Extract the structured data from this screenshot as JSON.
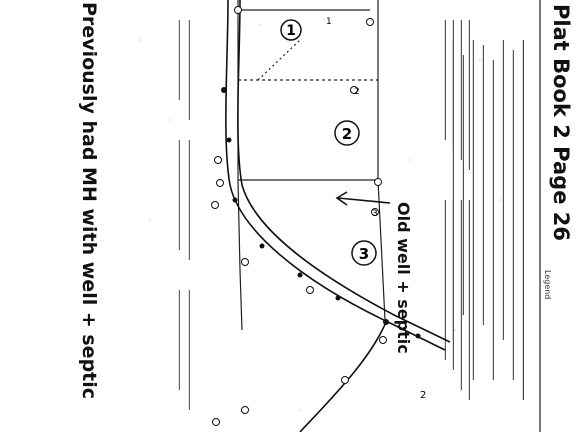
{
  "document": {
    "type": "survey plat (rotated 90 degrees)",
    "header_text": "Plat Book 2 Page 26",
    "handwritten_note_left": "Previously had MH with well + septic",
    "handwritten_note_center": "Old well + septic",
    "lot_numbers": [
      "1",
      "2",
      "3"
    ],
    "circle_markers": [
      "1",
      "2",
      "3"
    ],
    "margin_mark": "2",
    "legend_title": "Legend"
  }
}
